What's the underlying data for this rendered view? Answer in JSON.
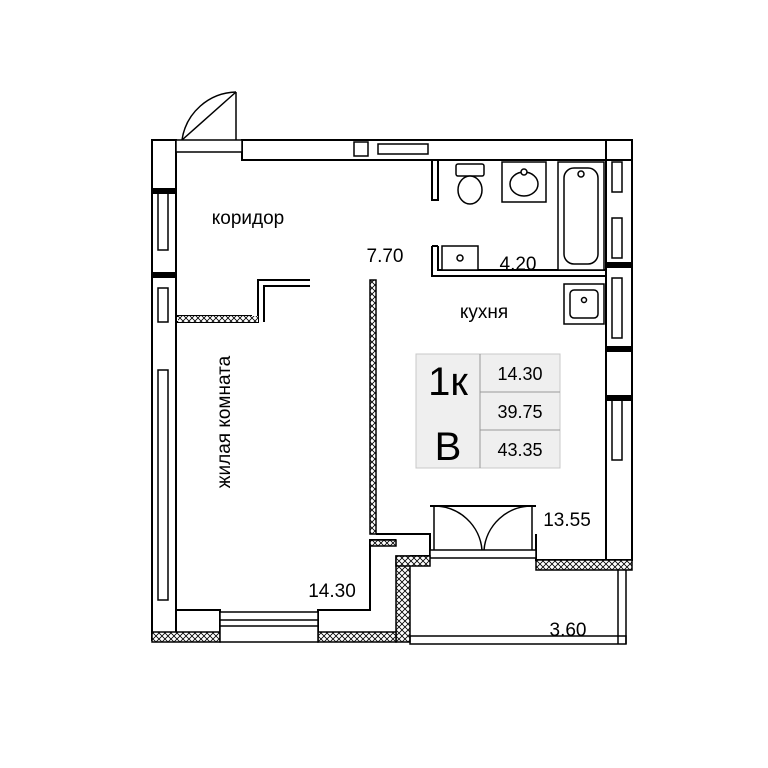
{
  "rooms": {
    "corridor": {
      "label": "коридор",
      "area": "7.70"
    },
    "bathroom": {
      "area": "4.20"
    },
    "kitchen": {
      "label": "кухня",
      "area": "13.55"
    },
    "living_room": {
      "label": "жилая комната",
      "area": "14.30"
    },
    "balcony": {
      "area": "3.60"
    }
  },
  "summary": {
    "type": "1к",
    "section": "В",
    "living_area": "14.30",
    "total_area": "39.75",
    "total_with_balcony": "43.35"
  },
  "colors": {
    "wall": "#000000",
    "background": "#ffffff",
    "box_fill": "#efefef",
    "hatch": "#000000"
  }
}
